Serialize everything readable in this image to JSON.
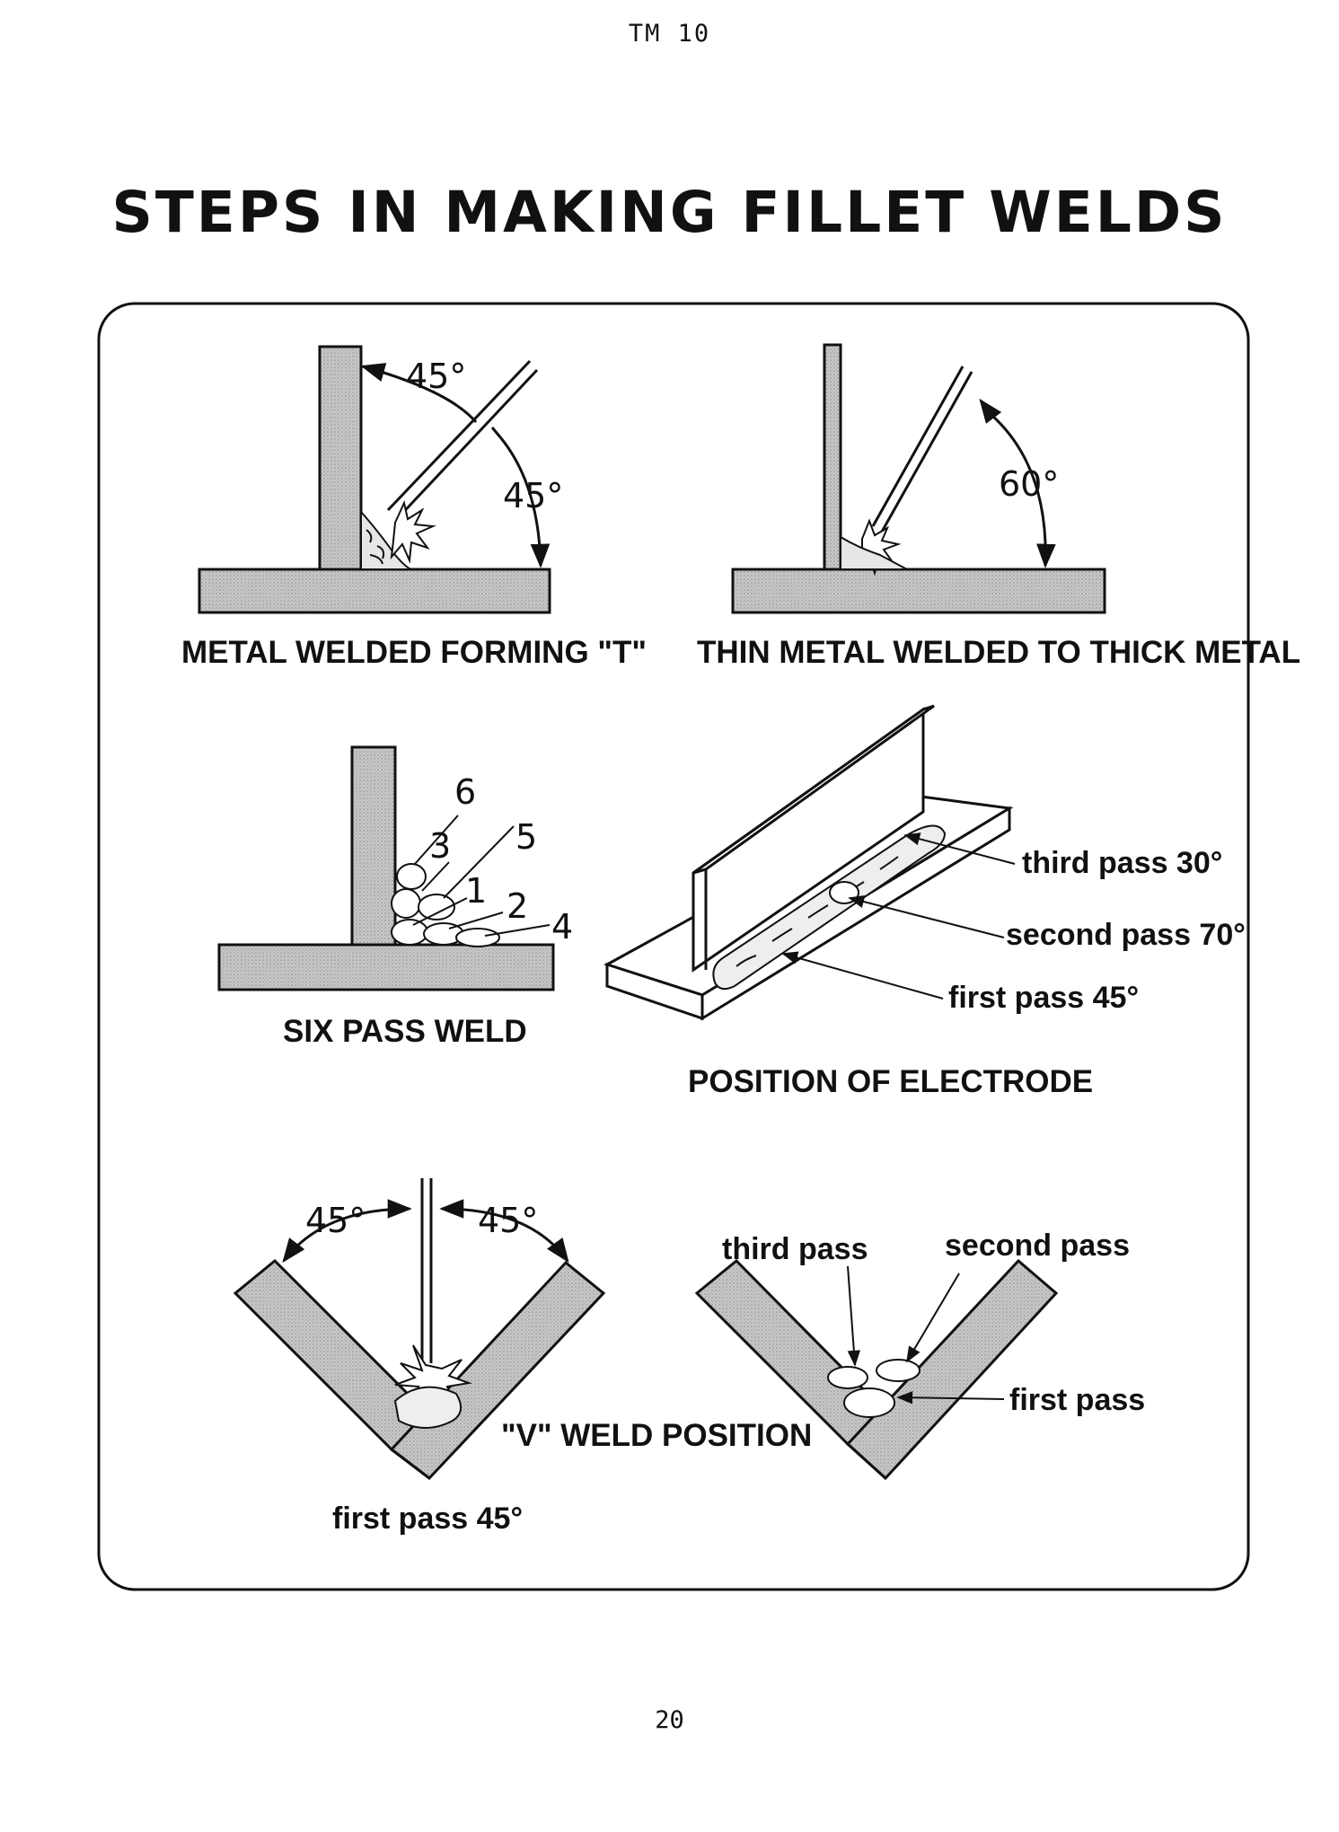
{
  "page": {
    "header": "TM 10",
    "title": "STEPS IN MAKING FILLET WELDS",
    "page_number": "20"
  },
  "panels": {
    "tee": {
      "caption": "METAL WELDED FORMING \"T\"",
      "angle_top": "45°",
      "angle_mid": "45°"
    },
    "thin": {
      "caption": "THIN METAL WELDED TO THICK METAL",
      "angle": "60°"
    },
    "six": {
      "caption": "SIX PASS WELD",
      "passes": [
        "1",
        "2",
        "3",
        "4",
        "5",
        "6"
      ]
    },
    "position": {
      "caption": "POSITION OF ELECTRODE",
      "third": "third pass 30°",
      "second": "second pass 70°",
      "first": "first pass 45°"
    },
    "vweld": {
      "caption": "\"V\" WELD POSITION",
      "angle_left": "45°",
      "angle_right": "45°",
      "first": "first pass 45°"
    },
    "vpass": {
      "third": "third pass",
      "second": "second pass",
      "first": "first pass"
    }
  },
  "colors": {
    "ink": "#111111",
    "plate": "#c8c8c8",
    "paper": "#ffffff"
  }
}
